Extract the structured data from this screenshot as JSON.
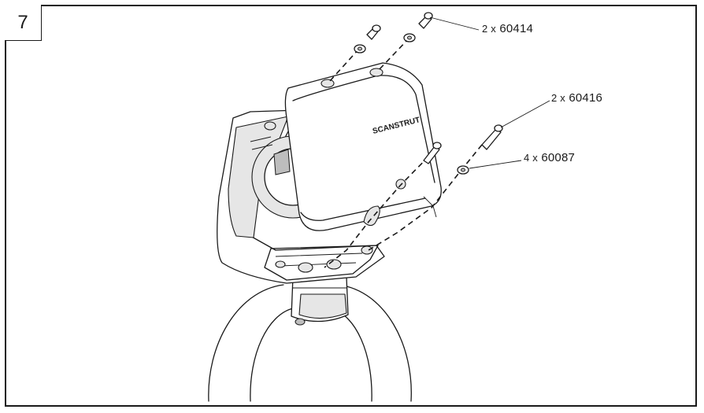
{
  "step": {
    "number": "7"
  },
  "brand": {
    "logo_text": "SCANSTRUT"
  },
  "callouts": [
    {
      "qty": "2 x",
      "part": "60414"
    },
    {
      "qty": "2 x",
      "part": "60416"
    },
    {
      "qty": "4 x",
      "part": "60087"
    }
  ]
}
